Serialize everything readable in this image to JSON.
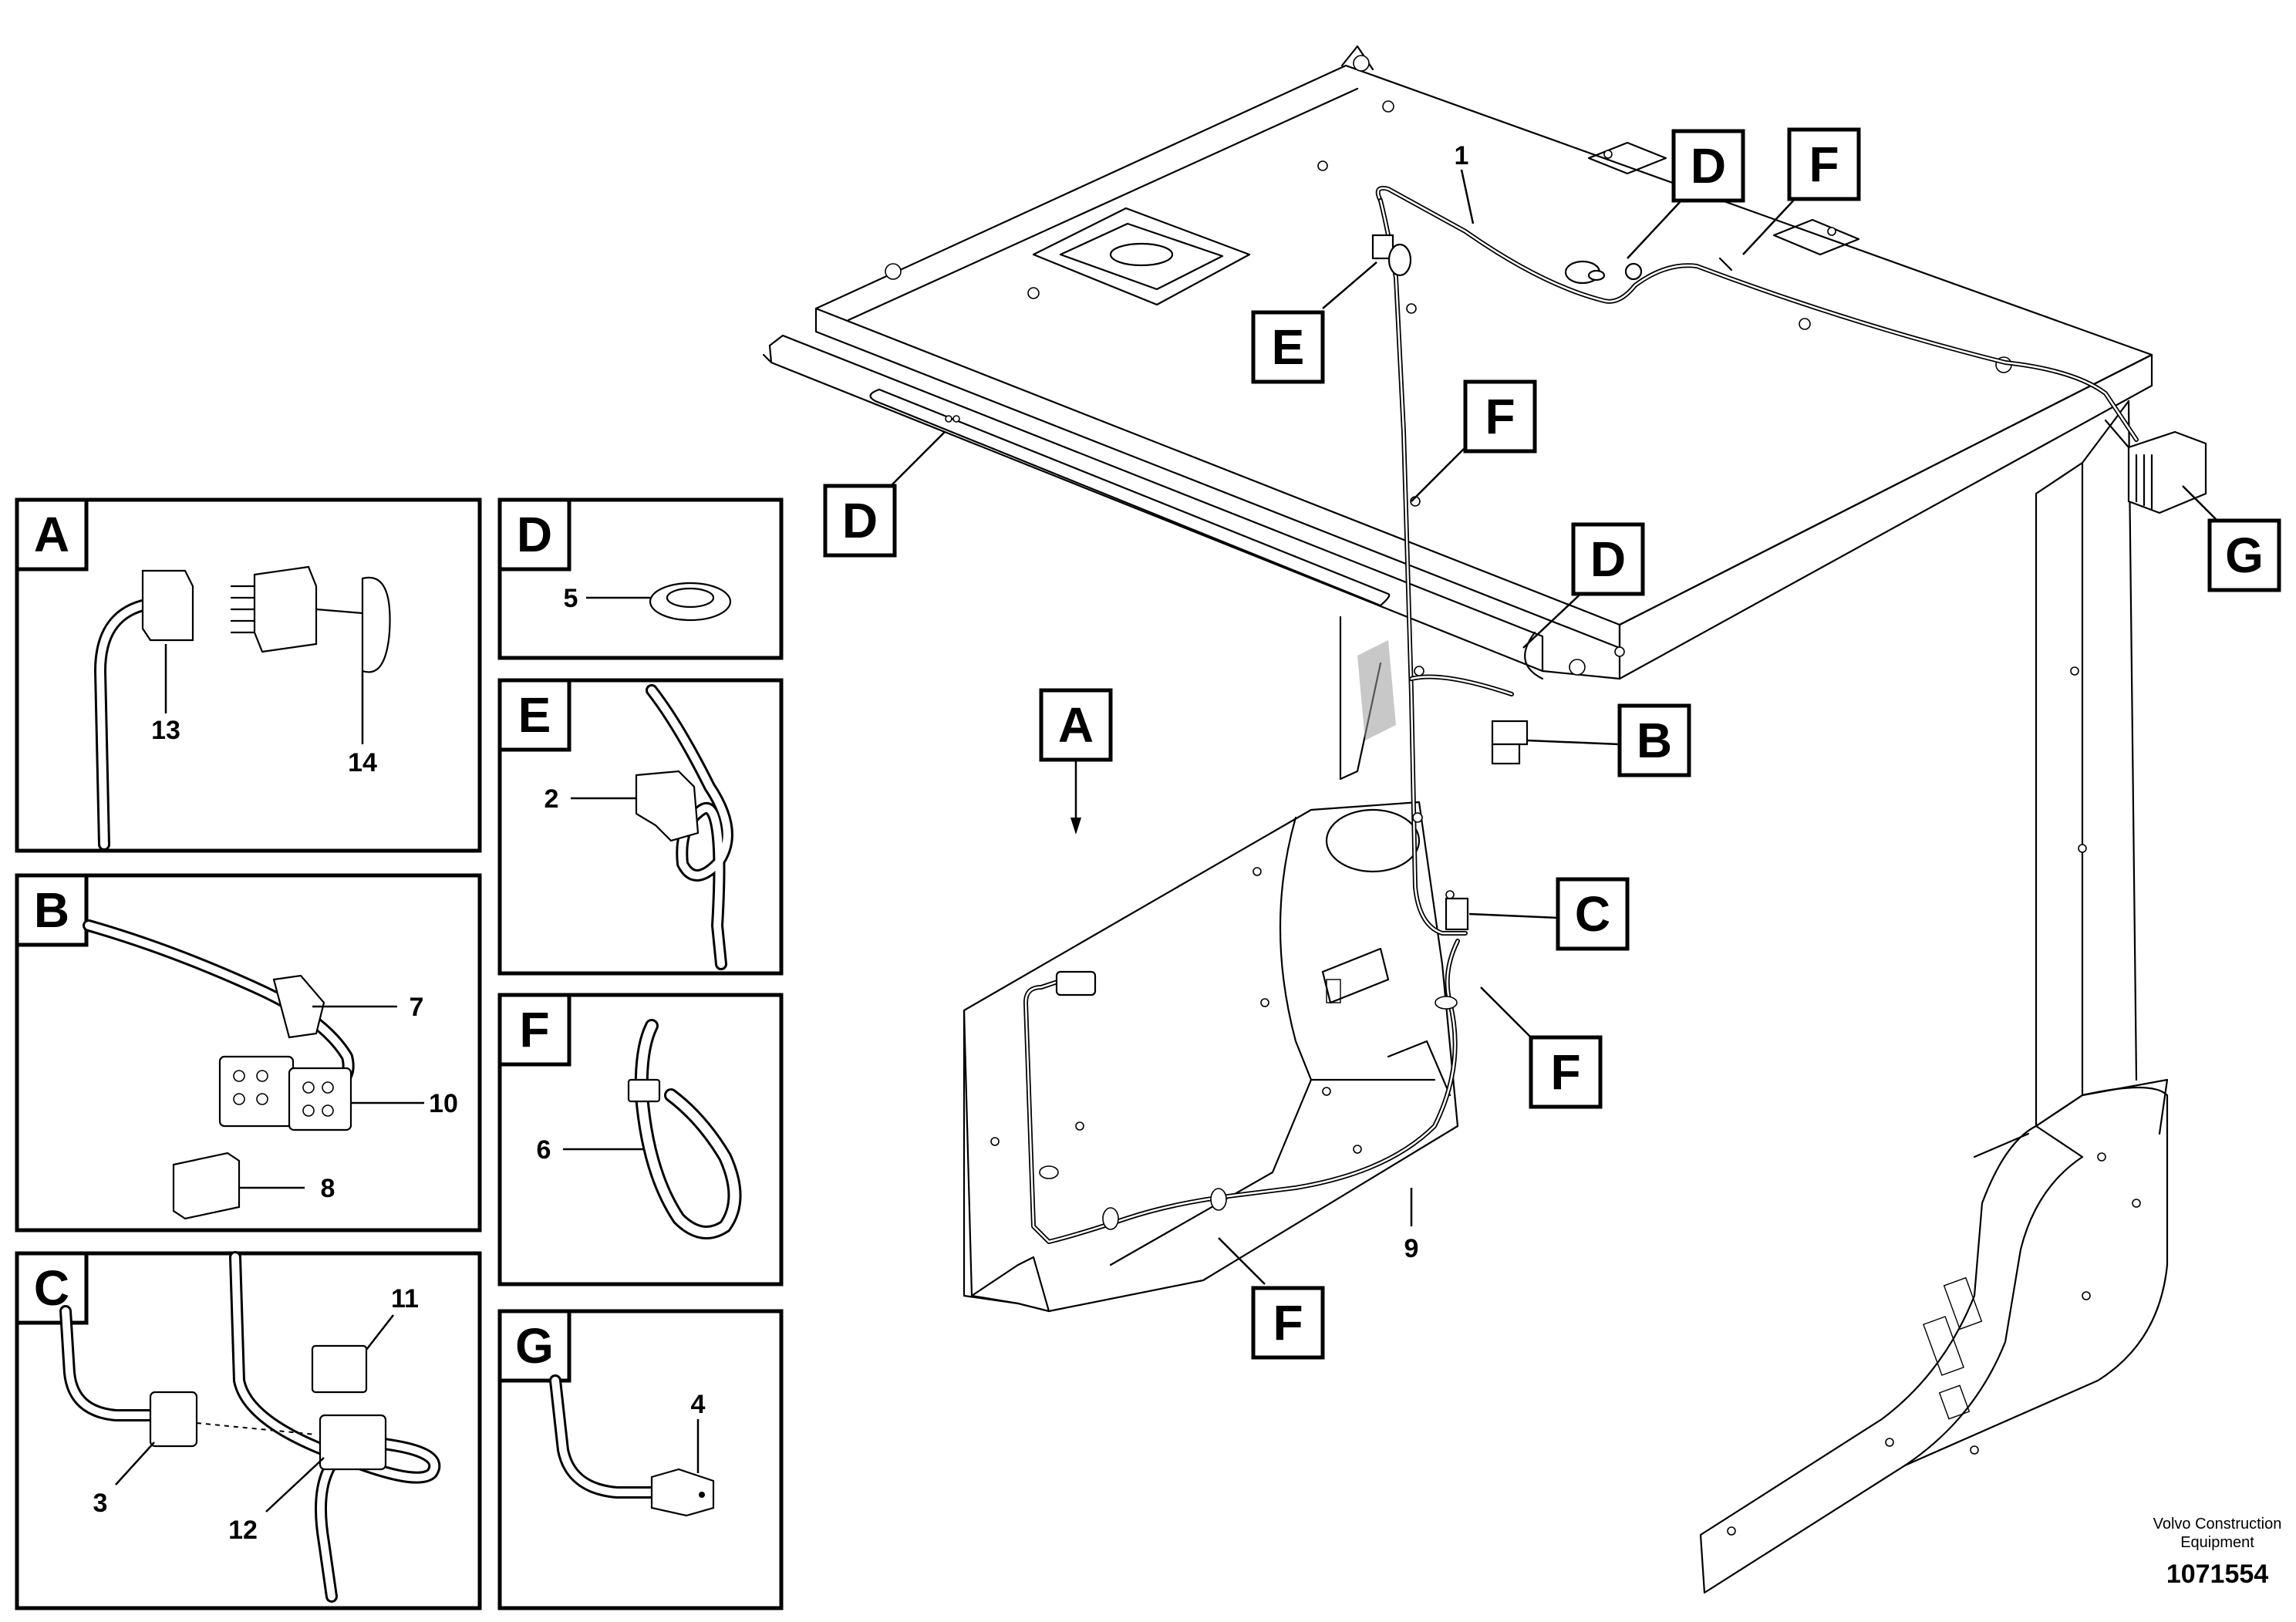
{
  "detail_panels": [
    {
      "letter": "A",
      "callouts": [
        "13",
        "14"
      ]
    },
    {
      "letter": "B",
      "callouts": [
        "7",
        "10",
        "8"
      ]
    },
    {
      "letter": "C",
      "callouts": [
        "11",
        "3",
        "12"
      ]
    },
    {
      "letter": "D",
      "callouts": [
        "5"
      ]
    },
    {
      "letter": "E",
      "callouts": [
        "2"
      ]
    },
    {
      "letter": "F",
      "callouts": [
        "6"
      ]
    },
    {
      "letter": "G",
      "callouts": [
        "4"
      ]
    }
  ],
  "main_labels": {
    "D_top": "D",
    "F_top": "F",
    "E": "E",
    "F_mid": "F",
    "D_left": "D",
    "D_right": "D",
    "G": "G",
    "A": "A",
    "B": "B",
    "C": "C",
    "F_right": "F",
    "F_bottom": "F"
  },
  "main_callouts": {
    "harness_top": "1",
    "harness_bottom": "9"
  },
  "footer": {
    "company_line1": "Volvo Construction",
    "company_line2": "Equipment",
    "drawing_number": "1071554"
  },
  "colors": {
    "line": "#000000",
    "background": "#ffffff"
  }
}
